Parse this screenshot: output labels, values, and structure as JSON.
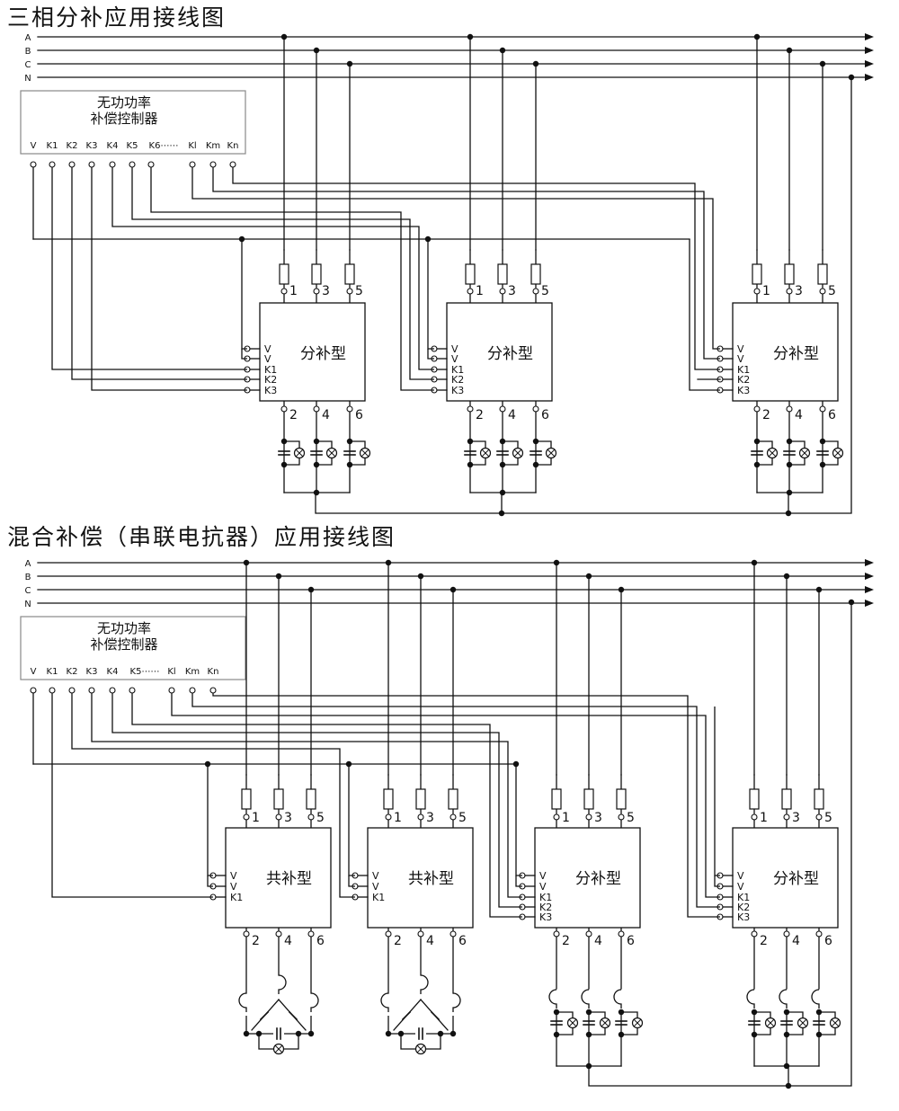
{
  "diagram": {
    "sections": [
      {
        "title": "三相分补应用接线图",
        "phase_labels": [
          "A",
          "B",
          "C",
          "N"
        ],
        "controller": {
          "title_line1": "无功功率",
          "title_line2": "补偿控制器",
          "terminals": [
            "V",
            "K1",
            "K2",
            "K3",
            "K4",
            "K5",
            "K6⋯⋯",
            "Kl",
            "Km",
            "Kn"
          ]
        },
        "units": [
          {
            "label": "分补型",
            "inputs": [
              "V",
              "V",
              "K1",
              "K2",
              "K3"
            ],
            "top_terminals": [
              "1",
              "3",
              "5"
            ],
            "bottom_terminals": [
              "2",
              "4",
              "6"
            ]
          },
          {
            "label": "分补型",
            "inputs": [
              "V",
              "V",
              "K1",
              "K2",
              "K3"
            ],
            "top_terminals": [
              "1",
              "3",
              "5"
            ],
            "bottom_terminals": [
              "2",
              "4",
              "6"
            ]
          },
          {
            "label": "分补型",
            "inputs": [
              "V",
              "V",
              "K1",
              "K2",
              "K3"
            ],
            "top_terminals": [
              "1",
              "3",
              "5"
            ],
            "bottom_terminals": [
              "2",
              "4",
              "6"
            ]
          }
        ]
      },
      {
        "title": "混合补偿（串联电抗器）应用接线图",
        "phase_labels": [
          "A",
          "B",
          "C",
          "N"
        ],
        "controller": {
          "title_line1": "无功功率",
          "title_line2": "补偿控制器",
          "terminals": [
            "V",
            "K1",
            "K2",
            "K3",
            "K4",
            "K5⋯⋯",
            "Kl",
            "Km",
            "Kn"
          ]
        },
        "units": [
          {
            "label": "共补型",
            "inputs": [
              "V",
              "V",
              "K1"
            ],
            "top_terminals": [
              "1",
              "3",
              "5"
            ],
            "bottom_terminals": [
              "2",
              "4",
              "6"
            ]
          },
          {
            "label": "共补型",
            "inputs": [
              "V",
              "V",
              "K1"
            ],
            "top_terminals": [
              "1",
              "3",
              "5"
            ],
            "bottom_terminals": [
              "2",
              "4",
              "6"
            ]
          },
          {
            "label": "分补型",
            "inputs": [
              "V",
              "V",
              "K1",
              "K2",
              "K3"
            ],
            "top_terminals": [
              "1",
              "3",
              "5"
            ],
            "bottom_terminals": [
              "2",
              "4",
              "6"
            ]
          },
          {
            "label": "分补型",
            "inputs": [
              "V",
              "V",
              "K1",
              "K2",
              "K3"
            ],
            "top_terminals": [
              "1",
              "3",
              "5"
            ],
            "bottom_terminals": [
              "2",
              "4",
              "6"
            ]
          }
        ]
      }
    ]
  }
}
